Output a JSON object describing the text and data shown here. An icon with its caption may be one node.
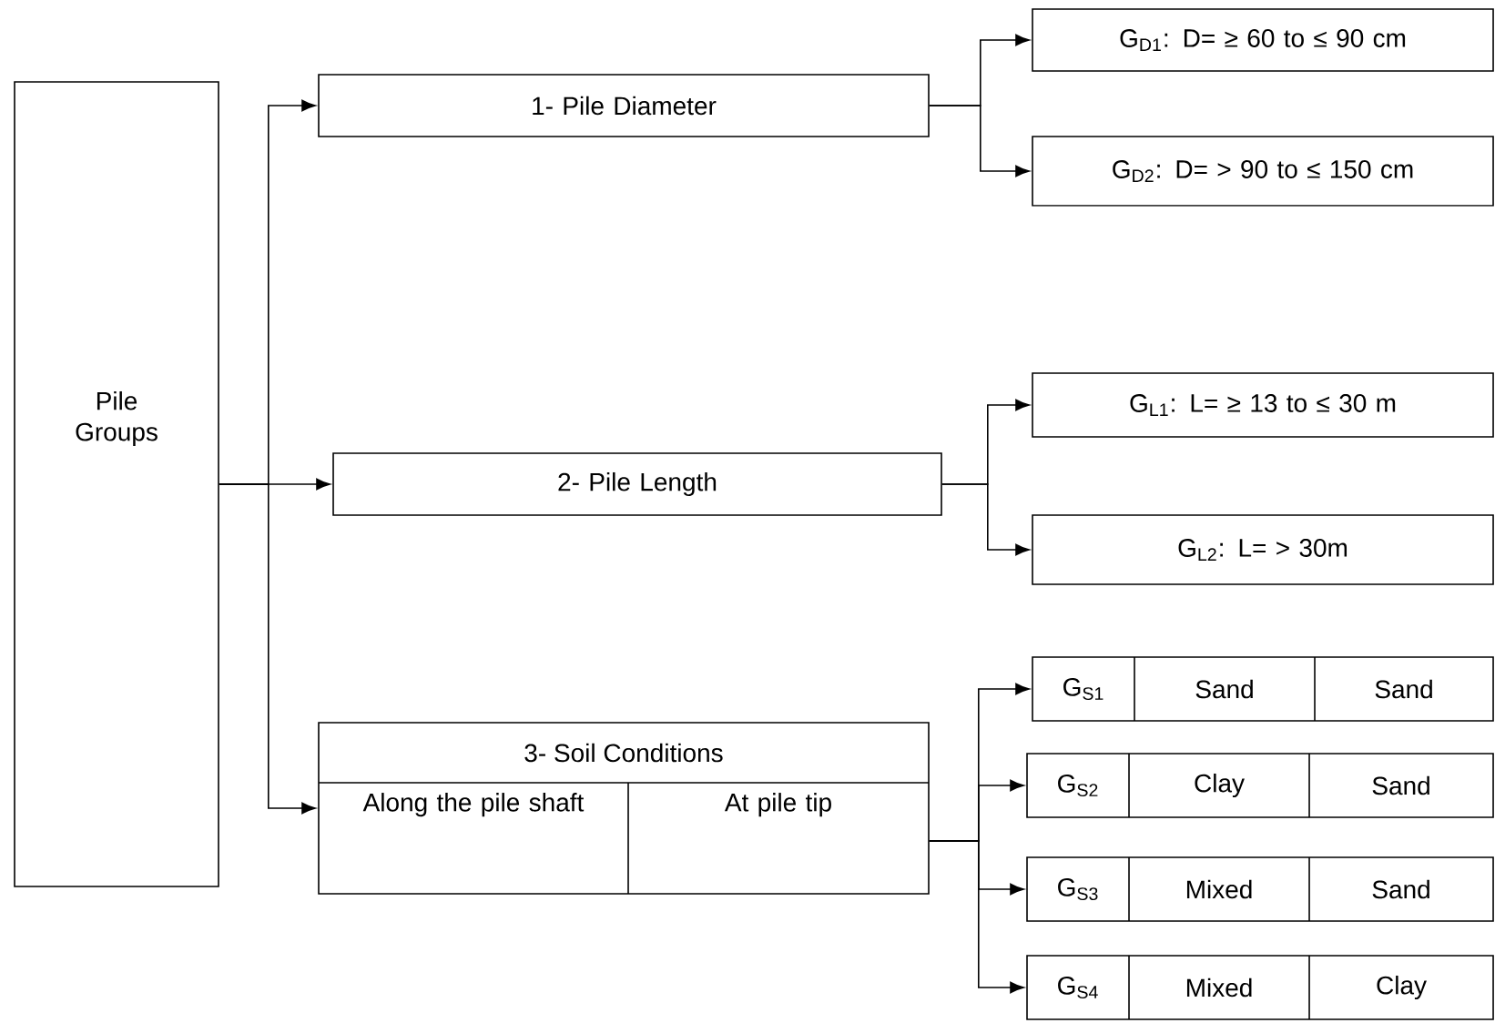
{
  "diagram": {
    "nodes": [
      {
        "text": [
          "Pile Groups"
        ]
      },
      {
        "text": [
          "1- Pile Diameter"
        ]
      },
      {
        "text": [
          "2- Pile Length"
        ]
      },
      {
        "text": [
          "3- Soil Conditions",
          "Along the pile shaft",
          "At pile tip"
        ]
      },
      {
        "text": [
          "G$_{D1}$: D= ≥ 60 to ≤ 90 cm"
        ]
      },
      {
        "text": [
          "G$_{D2}$: D= > 90 to ≤ 150 cm"
        ]
      },
      {
        "text": [
          "G$_{L1}$: L= ≥ 13 to ≤ 30 m"
        ]
      },
      {
        "text": [
          "G$_{L2}$: L= > 30m"
        ]
      },
      {
        "text": [
          "G$_{S1}$",
          "Sand",
          "Sand"
        ]
      },
      {
        "text": [
          "G$_{S2}$",
          "Clay",
          "Sand"
        ]
      },
      {
        "text": [
          "G$_{S3}$",
          "Mixed",
          "Sand"
        ]
      },
      {
        "text": [
          "G$_{S4}$",
          "Mixed",
          "Clay"
        ]
      }
    ],
    "edges": [
      {
        "from": 0,
        "to": 1,
        "arrow": "to"
      },
      {
        "from": 0,
        "to": 2,
        "arrow": "to"
      },
      {
        "from": 0,
        "to": 3,
        "arrow": "to"
      },
      {
        "from": 1,
        "to": 4,
        "arrow": "to"
      },
      {
        "from": 1,
        "to": 5,
        "arrow": "to"
      },
      {
        "from": 2,
        "to": 6,
        "arrow": "to"
      },
      {
        "from": 2,
        "to": 7,
        "arrow": "to"
      },
      {
        "from": 3,
        "to": 8,
        "arrow": "to"
      },
      {
        "from": 3,
        "to": 9,
        "arrow": "to"
      },
      {
        "from": 3,
        "to": 10,
        "arrow": "to"
      },
      {
        "from": 3,
        "to": 11,
        "arrow": "to"
      }
    ]
  }
}
